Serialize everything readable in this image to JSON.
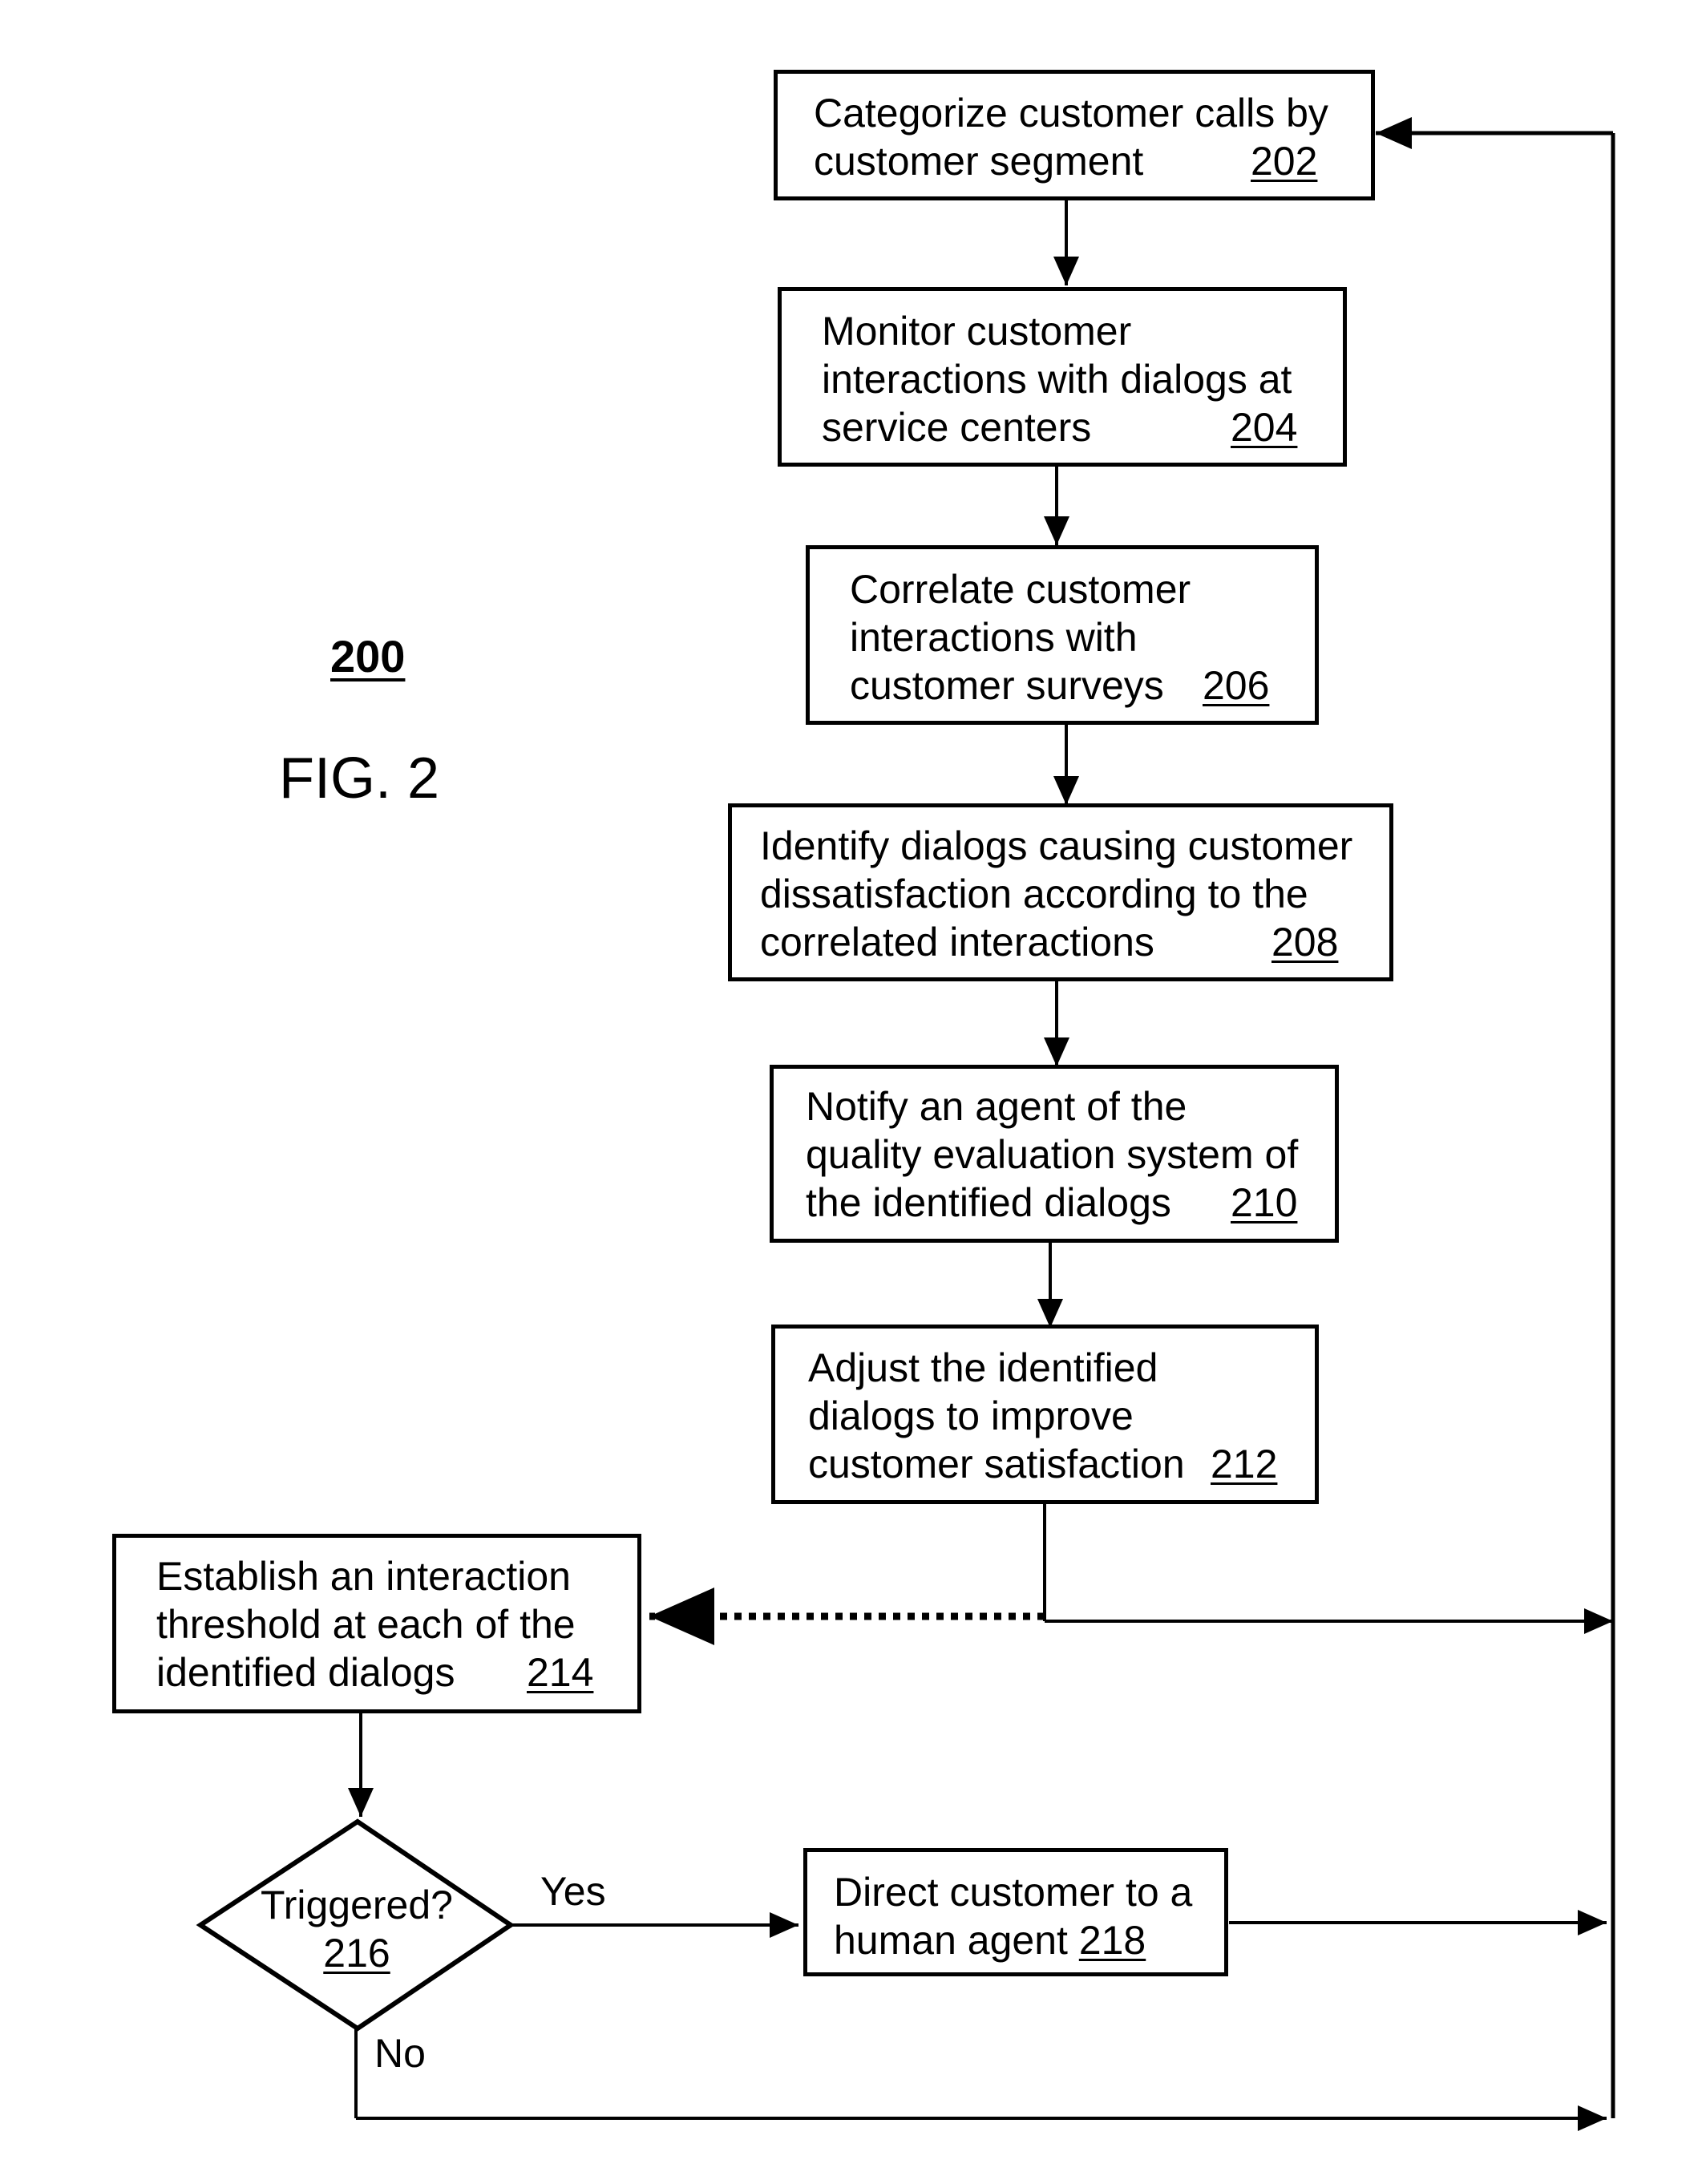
{
  "figure": {
    "number": "200",
    "label": "FIG. 2"
  },
  "steps": [
    {
      "id": "202",
      "lines": [
        "Categorize customer calls by",
        "customer segment"
      ]
    },
    {
      "id": "204",
      "lines": [
        "Monitor customer",
        "interactions with dialogs at",
        "service centers"
      ]
    },
    {
      "id": "206",
      "lines": [
        "Correlate customer",
        "interactions with",
        "customer surveys"
      ]
    },
    {
      "id": "208",
      "lines": [
        "Identify dialogs causing customer",
        "dissatisfaction according to the",
        "correlated interactions"
      ]
    },
    {
      "id": "210",
      "lines": [
        "Notify an agent of the",
        "quality evaluation system of",
        "the identified dialogs"
      ]
    },
    {
      "id": "212",
      "lines": [
        "Adjust the identified",
        "dialogs to improve",
        "customer satisfaction"
      ]
    },
    {
      "id": "214",
      "lines": [
        "Establish an interaction",
        "threshold at each of the",
        "identified dialogs"
      ]
    },
    {
      "id": "218",
      "lines": [
        "Direct customer to a",
        "human agent"
      ]
    }
  ],
  "decision": {
    "id": "216",
    "text": "Triggered?"
  },
  "branches": {
    "yes": "Yes",
    "no": "No"
  }
}
